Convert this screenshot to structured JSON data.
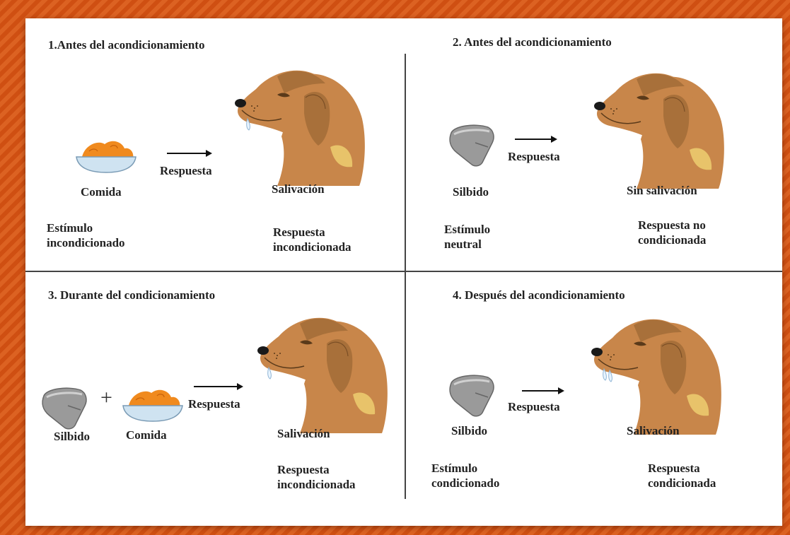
{
  "panel1": {
    "title": "1.Antes del acondicionamiento",
    "stimulus_label": "Comida",
    "arrow_label": "Respuesta",
    "response_label": "Salivación",
    "stimulus_type": "Estímulo\nincondicionado",
    "response_type": "Respuesta\nincondicionada"
  },
  "panel2": {
    "title": "2. Antes del acondicionamiento",
    "stimulus_label": "Silbido",
    "arrow_label": "Respuesta",
    "response_label": "Sin salivación",
    "stimulus_type": "Estímulo\nneutral",
    "response_type": "Respuesta no\ncondicionada"
  },
  "panel3": {
    "title": "3. Durante del condicionamiento",
    "stimulus_label_1": "Silbido",
    "plus": "+",
    "stimulus_label_2": "Comida",
    "arrow_label": "Respuesta",
    "response_label": "Salivación",
    "response_type": "Respuesta\nincondicionada"
  },
  "panel4": {
    "title": "4. Después del acondicionamiento",
    "stimulus_label": "Silbido",
    "arrow_label": "Respuesta",
    "response_label": "Salivación",
    "stimulus_type": "Estímulo\ncondicionado",
    "response_type": "Respuesta\ncondicionada"
  },
  "colors": {
    "frame": "#d85a1c",
    "dog_body": "#c8864a",
    "dog_patch": "#a8703a",
    "dog_light": "#e8c36a",
    "food": "#f08a1e",
    "bowl": "#cfe3f1",
    "whistle": "#9a9a9a"
  },
  "icons": [
    "dog-head-icon",
    "food-bowl-icon",
    "whistle-icon",
    "arrow-icon"
  ]
}
